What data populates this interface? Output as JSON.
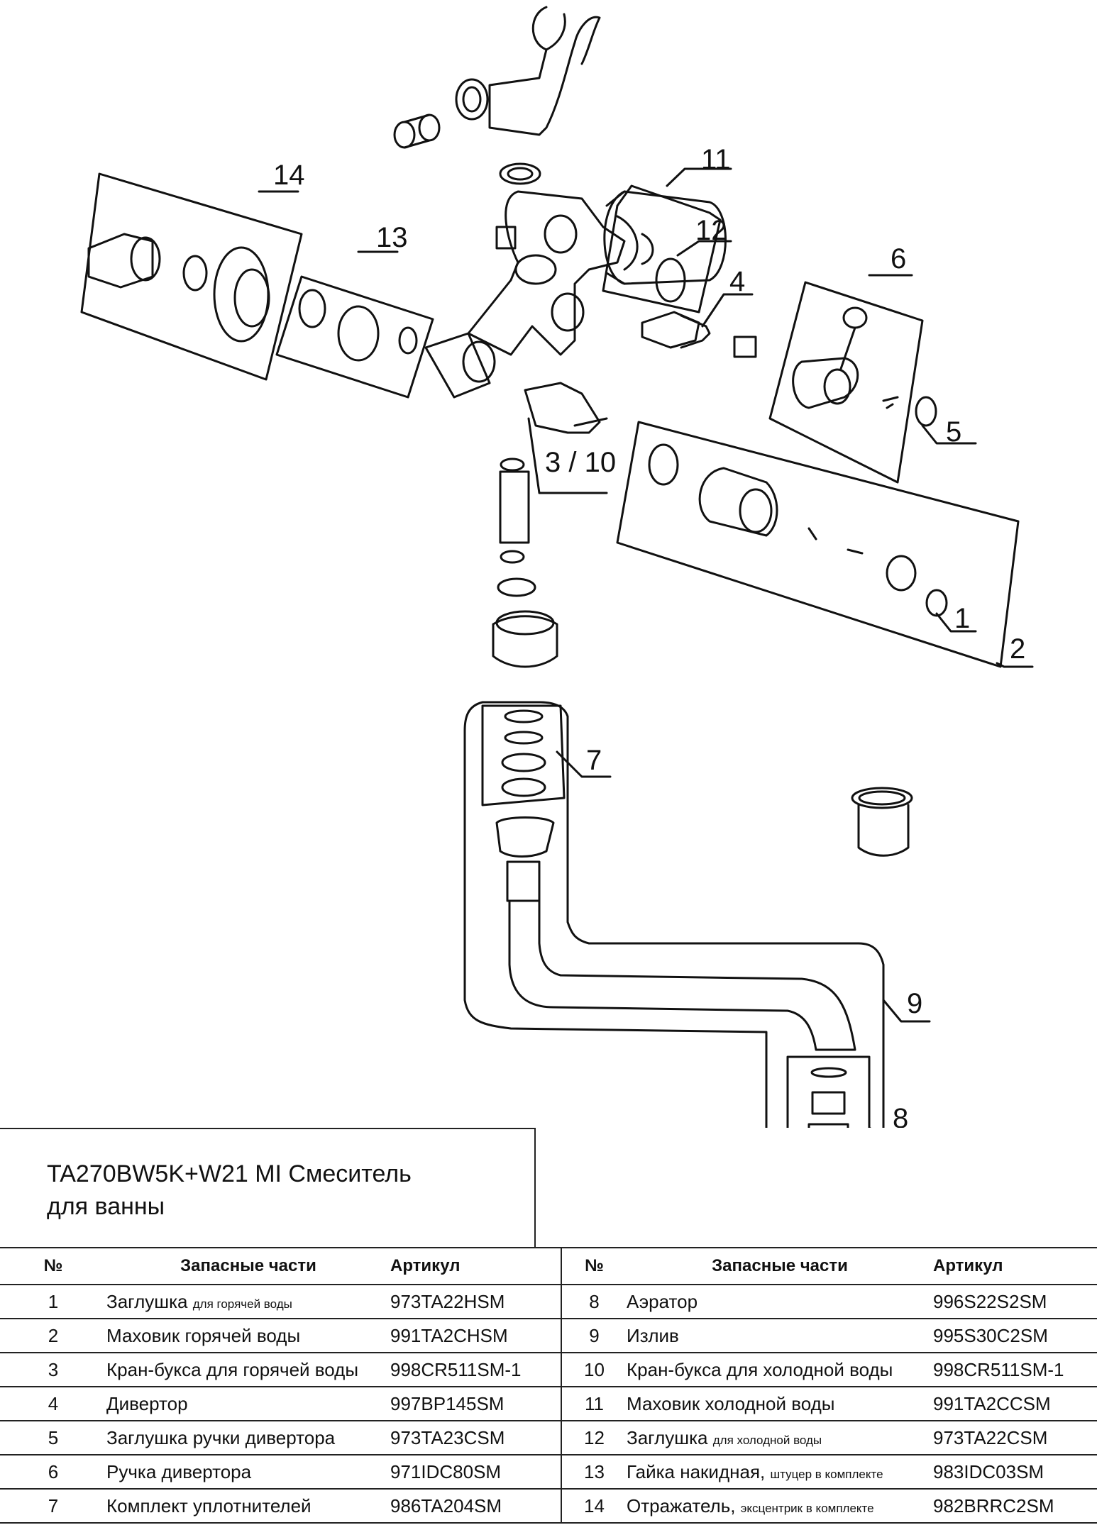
{
  "callouts": {
    "c1": "1",
    "c2": "2",
    "c3_10": "3 / 10",
    "c4": "4",
    "c5": "5",
    "c6": "6",
    "c7": "7",
    "c8": "8",
    "c9": "9",
    "c11": "11",
    "c12": "12",
    "c13": "13",
    "c14": "14"
  },
  "title": {
    "line1": "TA270BW5K+W21 MI Смеситель",
    "line2": "для ванны"
  },
  "table_headers": {
    "num": "№",
    "name": "Запасные части",
    "article": "Артикул"
  },
  "parts_left": [
    {
      "num": "1",
      "name": "Заглушка ",
      "note": "для горячей воды",
      "article": "973TA22HSM"
    },
    {
      "num": "2",
      "name": "Маховик горячей воды",
      "note": "",
      "article": "991TA2CHSM"
    },
    {
      "num": "3",
      "name": "Кран-букса для горячей воды",
      "note": "",
      "article": "998CR511SM-1"
    },
    {
      "num": "4",
      "name": "Дивертор",
      "note": "",
      "article": "997BP145SM"
    },
    {
      "num": "5",
      "name": "Заглушка ручки дивертора",
      "note": "",
      "article": "973TA23CSM"
    },
    {
      "num": "6",
      "name": "Ручка дивертора",
      "note": "",
      "article": "971IDC80SM"
    },
    {
      "num": "7",
      "name": "Комплект уплотнителей",
      "note": "",
      "article": "986TA204SM"
    }
  ],
  "parts_right": [
    {
      "num": "8",
      "name": "Аэратор",
      "note": "",
      "article": "996S22S2SM"
    },
    {
      "num": "9",
      "name": "Излив",
      "note": "",
      "article": "995S30C2SM"
    },
    {
      "num": "10",
      "name": "Кран-букса для холодной воды",
      "note": "",
      "article": "998CR511SM-1"
    },
    {
      "num": "11",
      "name": "Маховик холодной воды",
      "note": "",
      "article": "991TA2CCSM"
    },
    {
      "num": "12",
      "name": "Заглушка ",
      "note": "для холодной воды",
      "article": "973TA22CSM"
    },
    {
      "num": "13",
      "name": "Гайка накидная, ",
      "note": "штуцер в комплекте",
      "article": "983IDC03SM"
    },
    {
      "num": "14",
      "name": "Отражатель, ",
      "note": "эксцентрик в комплекте",
      "article": "982BRRC2SM"
    }
  ]
}
